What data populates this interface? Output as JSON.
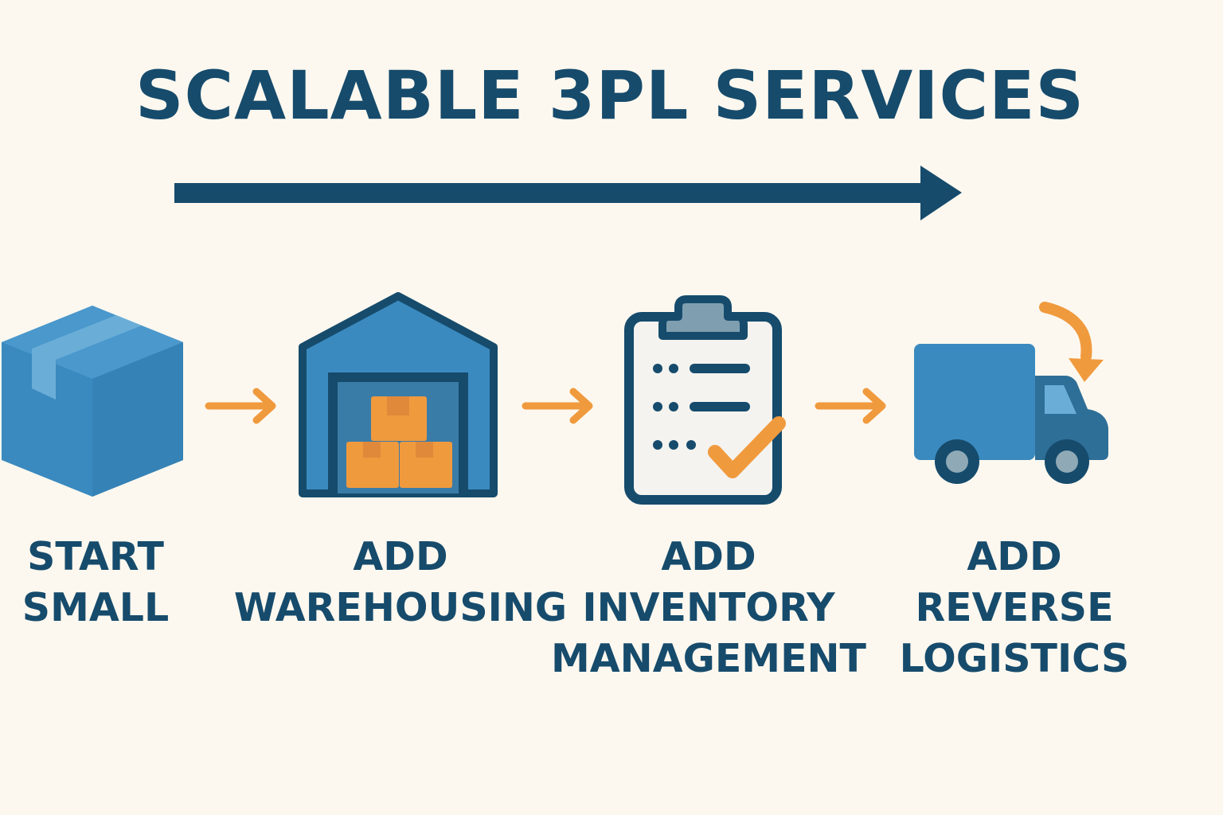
{
  "title": "SCALABLE 3PL SERVICES",
  "colors": {
    "navy": "#164b6c",
    "blue": "#3a8abf",
    "light_blue": "#6aaed8",
    "orange": "#f09a3e",
    "background": "#fdf8ef"
  },
  "steps": [
    {
      "icon": "box-icon",
      "label_lines": [
        "START",
        "SMALL"
      ]
    },
    {
      "icon": "warehouse-icon",
      "label_lines": [
        "ADD",
        "WAREHOUSING"
      ]
    },
    {
      "icon": "clipboard-checklist-icon",
      "label_lines": [
        "ADD",
        "INVENTORY",
        "MANAGEMENT"
      ]
    },
    {
      "icon": "truck-return-icon",
      "label_lines": [
        "ADD",
        "REVERSE",
        "LOGISTICS"
      ]
    }
  ]
}
